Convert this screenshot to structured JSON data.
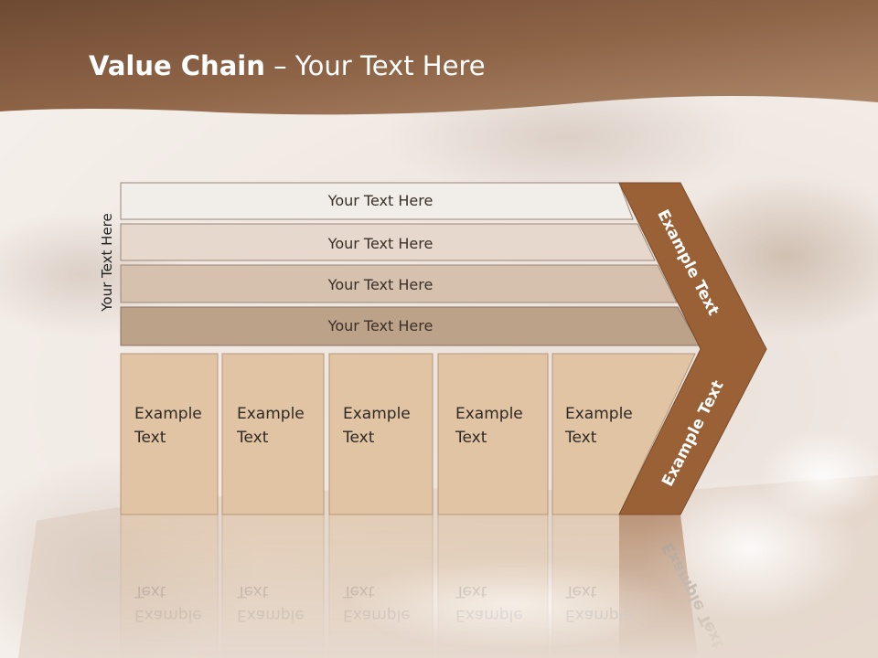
{
  "title": {
    "bold": "Value Chain",
    "rest": " – Your Text Here"
  },
  "side_label": "Your Text Here",
  "bars": [
    {
      "label": "Your Text Here",
      "color": "#f1ede8"
    },
    {
      "label": "Your Text Here",
      "color": "#e6d8cc"
    },
    {
      "label": "Your Text Here",
      "color": "#d6c0ae"
    },
    {
      "label": "Your Text Here",
      "color": "#bda28a"
    }
  ],
  "cells": [
    {
      "line1": "Example",
      "line2": "Text"
    },
    {
      "line1": "Example",
      "line2": "Text"
    },
    {
      "line1": "Example",
      "line2": "Text"
    },
    {
      "line1": "Example",
      "line2": "Text"
    },
    {
      "line1": "Example",
      "line2": "Text"
    }
  ],
  "chevron": {
    "upper_label": "Example Text",
    "lower_label": "Example Text",
    "color": "#9a6136"
  },
  "colors": {
    "header": "#8e6447",
    "cell": "#e0c4a4",
    "cell_border": "#b7977a"
  }
}
